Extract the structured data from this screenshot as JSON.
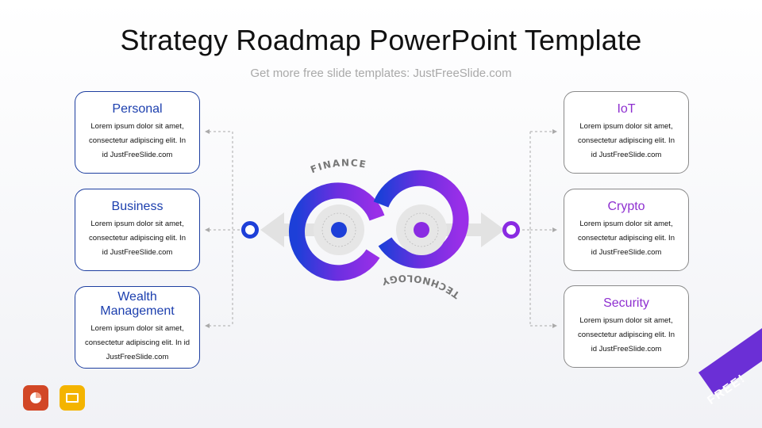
{
  "title": "Strategy Roadmap PowerPoint Template",
  "subtitle": "Get more free slide templates: JustFreeSlide.com",
  "center": {
    "top_label": "FINANCE",
    "bottom_label": "TECHNOLOGY"
  },
  "left_cards": [
    {
      "title": "Personal",
      "body": [
        "Lorem ipsum dolor sit amet,",
        "consectetur adipiscing elit. In",
        "id JustFreeSlide.com"
      ]
    },
    {
      "title": "Business",
      "body": [
        "Lorem ipsum dolor sit amet,",
        "consectetur adipiscing elit. In",
        "id JustFreeSlide.com"
      ]
    },
    {
      "title": "Wealth Management",
      "body": [
        "Lorem ipsum dolor sit amet,",
        "consectetur adipiscing elit. In id",
        "JustFreeSlide.com"
      ]
    }
  ],
  "right_cards": [
    {
      "title": "IoT",
      "body": [
        "Lorem ipsum dolor sit amet,",
        "consectetur adipiscing elit. In",
        "id JustFreeSlide.com"
      ]
    },
    {
      "title": "Crypto",
      "body": [
        "Lorem ipsum dolor sit amet,",
        "consectetur adipiscing elit. In",
        "id JustFreeSlide.com"
      ]
    },
    {
      "title": "Security",
      "body": [
        "Lorem ipsum dolor sit amet,",
        "consectetur adipiscing elit. In",
        "id JustFreeSlide.com"
      ]
    }
  ],
  "badge": "FREE!",
  "icons": {
    "powerpoint": "powerpoint-icon",
    "slides": "google-slides-icon"
  },
  "colors": {
    "blue": "#1d3fd8",
    "purple": "#8a2be2",
    "left_border": "#1e3fa0",
    "right_title": "#8e2fd0"
  }
}
